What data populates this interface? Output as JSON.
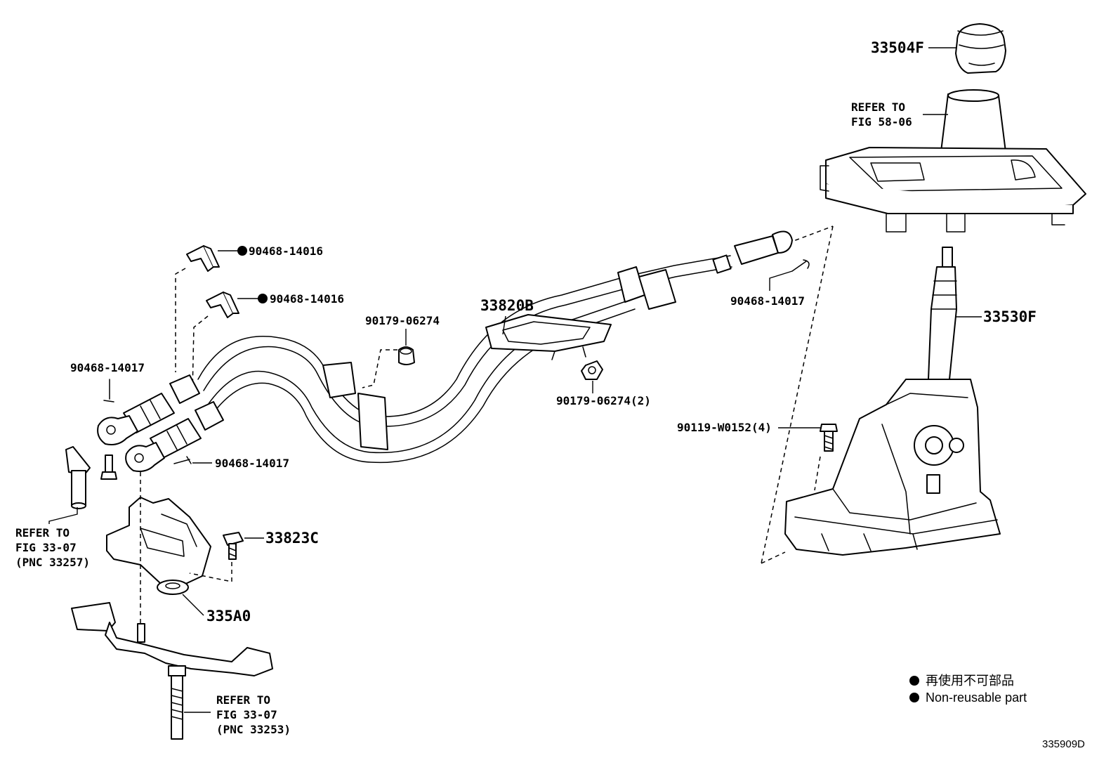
{
  "callouts": {
    "knob": "33504F",
    "refer_58_06_line1": "REFER TO",
    "refer_58_06_line2": "FIG 58-06",
    "clip_top_1": "90468-14016",
    "clip_top_2": "90468-14016",
    "cable_assy": "33820B",
    "pin_right": "90468-14017",
    "lever_assy": "33530F",
    "pin_left": "90468-14017",
    "grommet": "90179-06274",
    "nut": "90179-06274(2)",
    "bolt_right": "90119-W0152(4)",
    "pin_bottom": "90468-14017",
    "refer_33257_line1": "REFER TO",
    "refer_33257_line2": "FIG 33-07",
    "refer_33257_line3": "(PNC 33257)",
    "bolt_bracket": "33823C",
    "bracket": "335A0",
    "refer_33253_line1": "REFER TO",
    "refer_33253_line2": "FIG 33-07",
    "refer_33253_line3": "(PNC 33253)"
  },
  "legend": {
    "jp": "再使用不可部品",
    "en": "Non-reusable part"
  },
  "diagram_code": "335909D"
}
